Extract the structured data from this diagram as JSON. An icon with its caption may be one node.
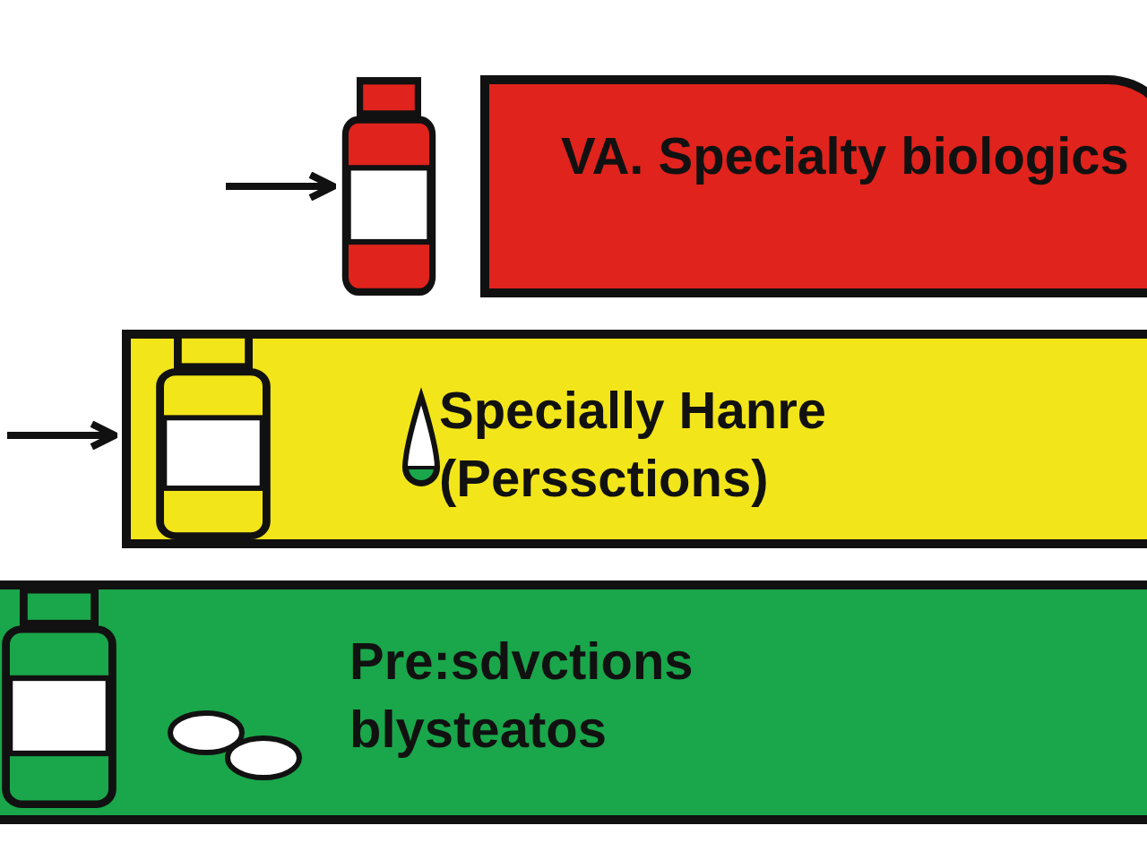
{
  "diagram": {
    "nodes": [
      {
        "text": [],
        "shape": "picture"
      },
      {
        "text": [
          "VA. Specialty biologics"
        ]
      },
      {
        "text": [],
        "shape": "picture",
        "in": 3
      },
      {
        "text": [
          "Specially Hanre (Perssctions)"
        ]
      },
      {
        "text": [],
        "shape": "picture",
        "in": 5
      },
      {
        "text": [
          "Pre:sdvctions blysteatos"
        ]
      }
    ],
    "edges": [
      {
        "from": null,
        "to": 0,
        "arrow": "to"
      },
      {
        "from": null,
        "to": 2,
        "arrow": "to"
      }
    ]
  }
}
